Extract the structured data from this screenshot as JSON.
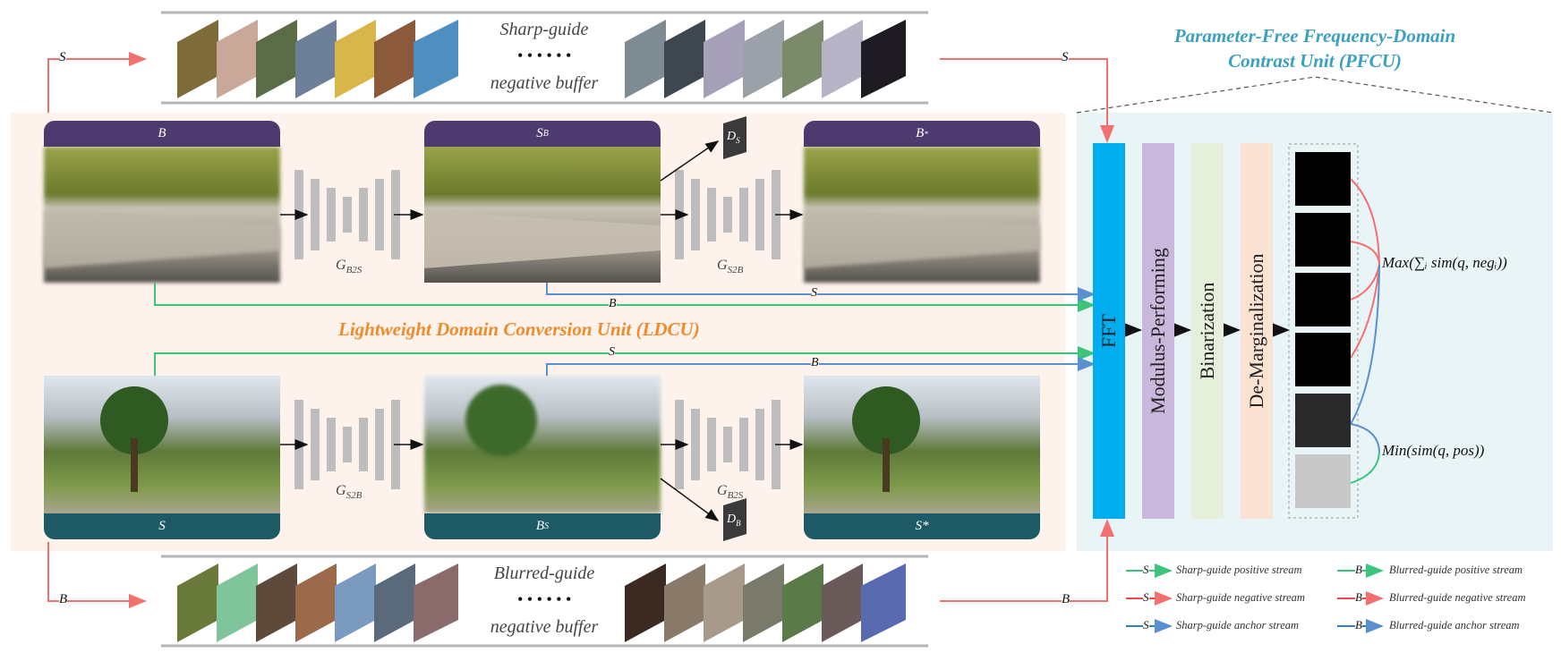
{
  "buffers": {
    "sharp": {
      "line1": "Sharp-guide",
      "dots": "• • • • • •",
      "line2": "negative buffer"
    },
    "blurred": {
      "line1": "Blurred-guide",
      "dots": "• • • • • •",
      "line2": "negative buffer"
    }
  },
  "ldcu": {
    "title": "Lightweight Domain Conversion Unit (LDCU)",
    "top_row": {
      "input_label": "B",
      "middle_label_main": "S",
      "middle_label_sub": "B",
      "output_label_main": "B",
      "output_label_sup": "*",
      "gen1_main": "G",
      "gen1_sub": "B2S",
      "gen2_main": "G",
      "gen2_sub": "S2B",
      "disc_main": "D",
      "disc_sub": "S"
    },
    "bottom_row": {
      "input_label": "S",
      "middle_label_main": "B",
      "middle_label_sub": "S",
      "output_label": "S*",
      "gen1_main": "G",
      "gen1_sub": "S2B",
      "gen2_main": "G",
      "gen2_sub": "B2S",
      "disc_main": "D",
      "disc_sub": "B"
    }
  },
  "streams": {
    "top_s": "S",
    "top_b_mid": "B",
    "top_s_mid": "S",
    "bottom_s_mid": "S",
    "bottom_b_mid": "B",
    "left_s": "S",
    "left_b": "B",
    "right_s": "S",
    "right_b": "B"
  },
  "pfcu": {
    "title_line1": "Parameter-Free Frequency-Domain",
    "title_line2": "Contrast Unit (PFCU)",
    "stages": [
      "FFT",
      "Modulus-Performing",
      "Binarization",
      "De-Marginalization"
    ],
    "max_formula": "Max(∑ᵢ sim(q, negᵢ))",
    "min_formula": "Min(sim(q, pos))"
  },
  "legend": [
    {
      "letter": "S",
      "text": "Sharp-guide positive stream",
      "color": "#3cc47c"
    },
    {
      "letter": "B",
      "text": "Blurred-guide positive stream",
      "color": "#3cc47c"
    },
    {
      "letter": "S",
      "text": "Sharp-guide negative stream",
      "color": "#f04848"
    },
    {
      "letter": "B",
      "text": "Blurred-guide negative stream",
      "color": "#f04848"
    },
    {
      "letter": "S",
      "text": "Sharp-guide anchor stream",
      "color": "#3a7cc4"
    },
    {
      "letter": "B",
      "text": "Blurred-guide anchor stream",
      "color": "#3a7cc4"
    }
  ],
  "colors": {
    "positive": "#3cc47c",
    "negative": "#f27070",
    "anchor": "#5a8fd0",
    "header_purple": "#4d3a6e",
    "footer_teal": "#1d5a66",
    "fft": "#00aeef",
    "modulus": "#c9b8dc",
    "binarization": "#e6efd9",
    "demarg": "#fbe3d3",
    "ldcu_title": "#f08a2a",
    "pfcu_title": "#3aa0c0"
  }
}
